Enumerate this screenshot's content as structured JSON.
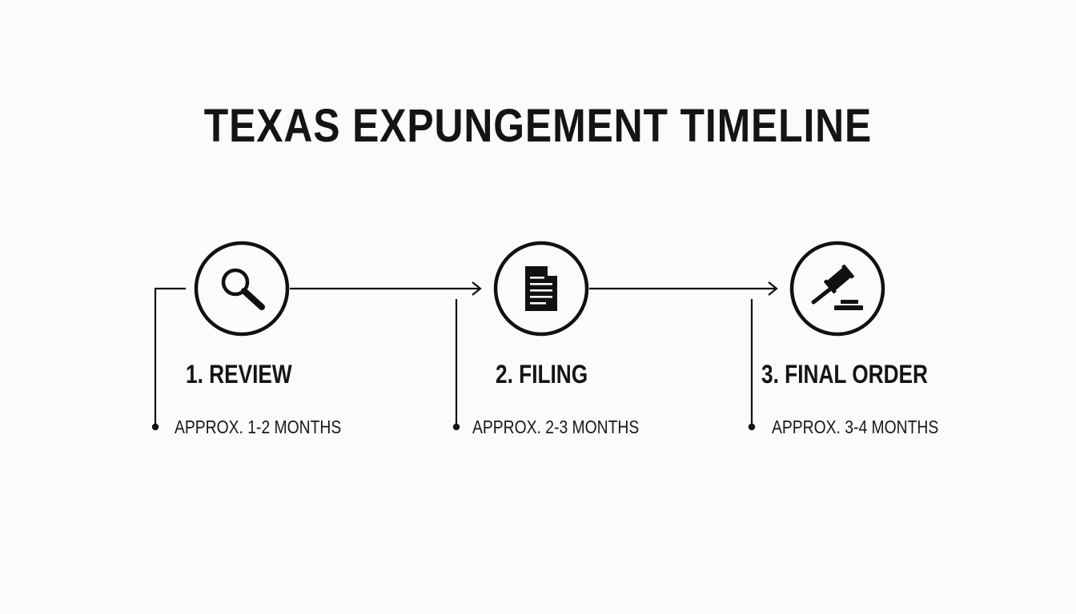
{
  "title": "TEXAS EXPUNGEMENT TIMELINE",
  "steps": [
    {
      "label": "1. REVIEW",
      "duration": "APPROX. 1-2 MONTHS",
      "icon": "magnifying-glass-icon"
    },
    {
      "label": "2. FILING",
      "duration": "APPROX. 2-3 MONTHS",
      "icon": "document-icon"
    },
    {
      "label": "3. FINAL ORDER",
      "duration": "APPROX. 3-4 MONTHS",
      "icon": "gavel-icon"
    }
  ],
  "colors": {
    "ink": "#111111",
    "background": "#fbfbfb"
  }
}
